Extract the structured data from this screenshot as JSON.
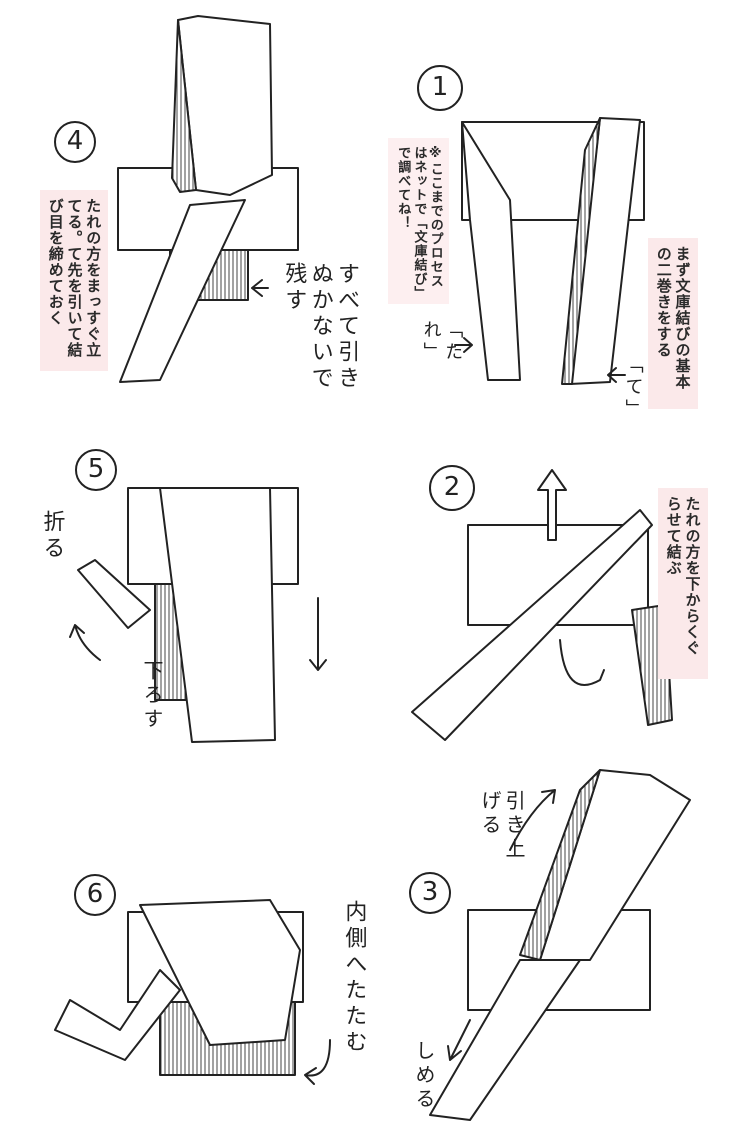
{
  "steps": [
    {
      "number": "1",
      "note": "まず文庫結びの基本の二巻きをする",
      "sub_note": "※ここまでのプロセスはネットで「文庫結び」で調べてね！",
      "left_label": "「たれ」",
      "right_label": "「て」"
    },
    {
      "number": "2",
      "note": "たれの方を下からくぐらせて結ぶ"
    },
    {
      "number": "3",
      "label_top": "引き上げる",
      "label_bottom": "しめる"
    },
    {
      "number": "4",
      "note": "たれの方をまっすぐ立てる。て先を引いて結び目を締めておく",
      "label": "すべて引きぬかないで残す"
    },
    {
      "number": "5",
      "label_fold": "折る",
      "label_down": "下ろす"
    },
    {
      "number": "6",
      "label": "内側へたたむ"
    }
  ]
}
